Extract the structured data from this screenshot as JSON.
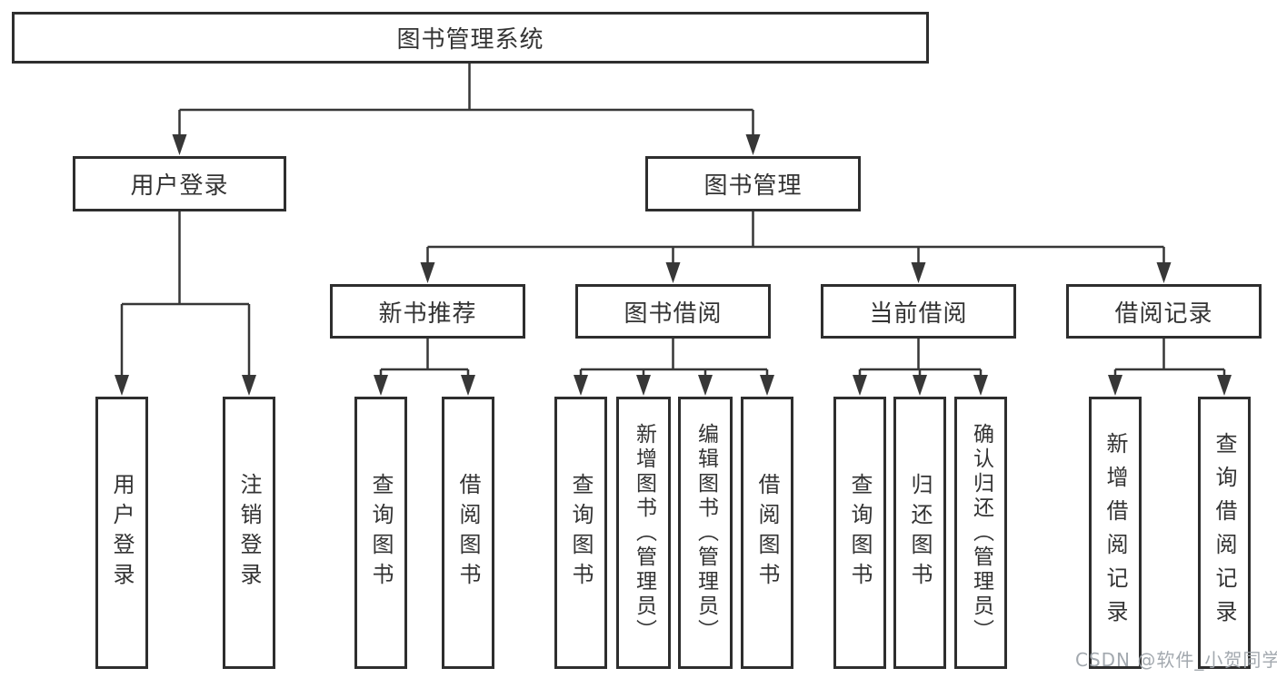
{
  "title": "图书管理系统",
  "level2": {
    "user_login": "用户登录",
    "book_management": "图书管理"
  },
  "level3": {
    "new_book_recommend": "新书推荐",
    "book_borrow": "图书借阅",
    "current_borrow": "当前借阅",
    "borrow_records": "借阅记录"
  },
  "leaves": {
    "user_login": [
      "用户登录",
      "注销登录"
    ],
    "new_book_recommend": [
      "查询图书",
      "借阅图书"
    ],
    "book_borrow": [
      "查询图书",
      "新增图书（管理员）",
      "编辑图书（管理员）",
      "借阅图书"
    ],
    "current_borrow": [
      "查询图书",
      "归还图书",
      "确认归还（管理员）"
    ],
    "borrow_records": [
      "新增借阅记录",
      "查询借阅记录"
    ]
  },
  "watermark": "CSDN @软件_小贺同学",
  "colors": {
    "line": "#373737",
    "box_border": "#2e2e2e",
    "text": "#333333",
    "background": "#ffffff",
    "watermark": "#9ea4ab"
  }
}
